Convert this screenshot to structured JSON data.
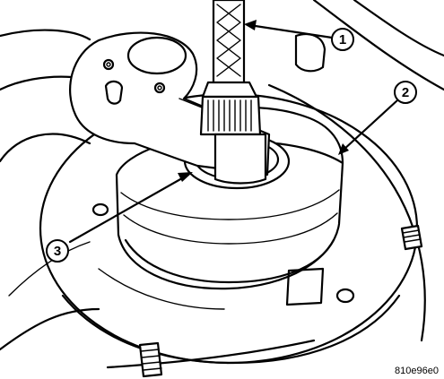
{
  "callouts": [
    {
      "id": "callout-1",
      "label": "1"
    },
    {
      "id": "callout-2",
      "label": "2"
    },
    {
      "id": "callout-3",
      "label": "3"
    }
  ],
  "figure_code": "810e96e0",
  "colors": {
    "ink": "#000000",
    "paper": "#ffffff"
  }
}
